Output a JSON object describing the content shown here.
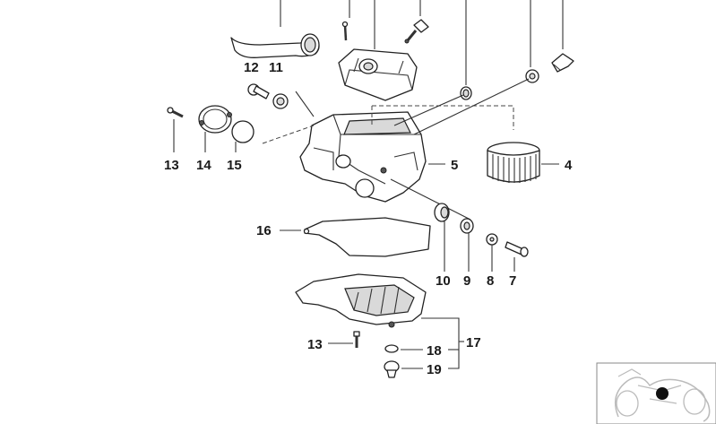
{
  "callouts": {
    "c4": "4",
    "c5": "5",
    "c7": "7",
    "c8": "8",
    "c9": "9",
    "c10": "10",
    "c11": "11",
    "c12": "12",
    "c13a": "13",
    "c13b": "13",
    "c14": "14",
    "c15": "15",
    "c16": "16",
    "c17": "17",
    "c18": "18",
    "c19": "19"
  },
  "thumbnail": {
    "icon": "motorcycle-locator-icon",
    "marker_color": "#111111"
  }
}
